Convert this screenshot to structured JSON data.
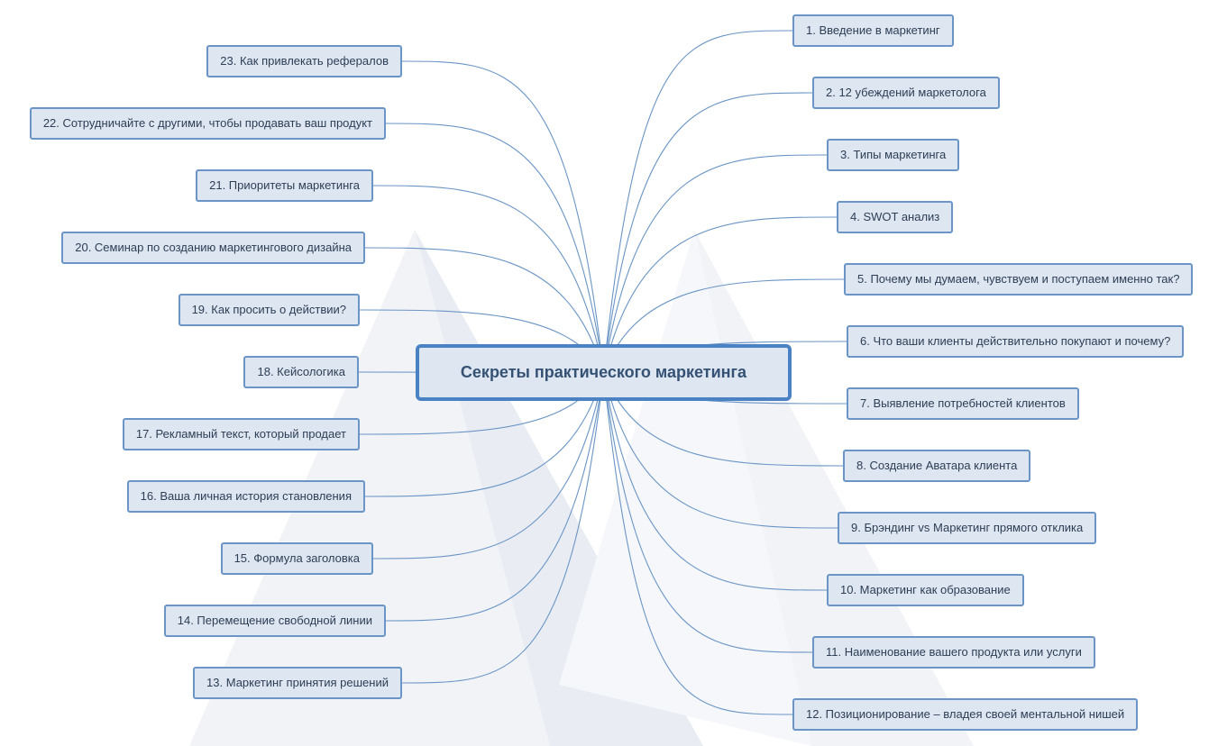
{
  "colors": {
    "node_fill": "#dde6f1",
    "node_border": "#6a95c6",
    "central_border": "#4a82c4",
    "link": "#6a95c6",
    "text": "#2d3e55"
  },
  "central": {
    "label": "Секреты практического маркетинга"
  },
  "right_branches": [
    {
      "label": "1. Введение в маркетинг"
    },
    {
      "label": "2. 12 убеждений маркетолога"
    },
    {
      "label": "3. Типы маркетинга"
    },
    {
      "label": "4. SWOT анализ"
    },
    {
      "label": "5. Почему мы думаем, чувствуем и поступаем именно так?"
    },
    {
      "label": "6. Что ваши клиенты действительно покупают и почему?"
    },
    {
      "label": "7. Выявление потребностей клиентов"
    },
    {
      "label": "8. Создание Аватара клиента"
    },
    {
      "label": "9. Брэндинг vs Маркетинг прямого отклика"
    },
    {
      "label": "10. Маркетинг как образование"
    },
    {
      "label": "11. Наименование вашего продукта или услуги"
    },
    {
      "label": "12. Позиционирование – владея своей ментальной нишей"
    }
  ],
  "left_branches": [
    {
      "label": "23. Как привлекать рефералов"
    },
    {
      "label": "22. Сотрудничайте с другими, чтобы продавать ваш продукт"
    },
    {
      "label": "21. Приоритеты маркетинга"
    },
    {
      "label": "20. Семинар по созданию маркетингового дизайна"
    },
    {
      "label": "19. Как просить о действии?"
    },
    {
      "label": "18. Кейсологика"
    },
    {
      "label": "17. Рекламный текст, который продает"
    },
    {
      "label": "16. Ваша личная история становления"
    },
    {
      "label": "15. Формула заголовка"
    },
    {
      "label": "14. Перемещение свободной линии"
    },
    {
      "label": "13. Маркетинг принятия решений"
    }
  ]
}
